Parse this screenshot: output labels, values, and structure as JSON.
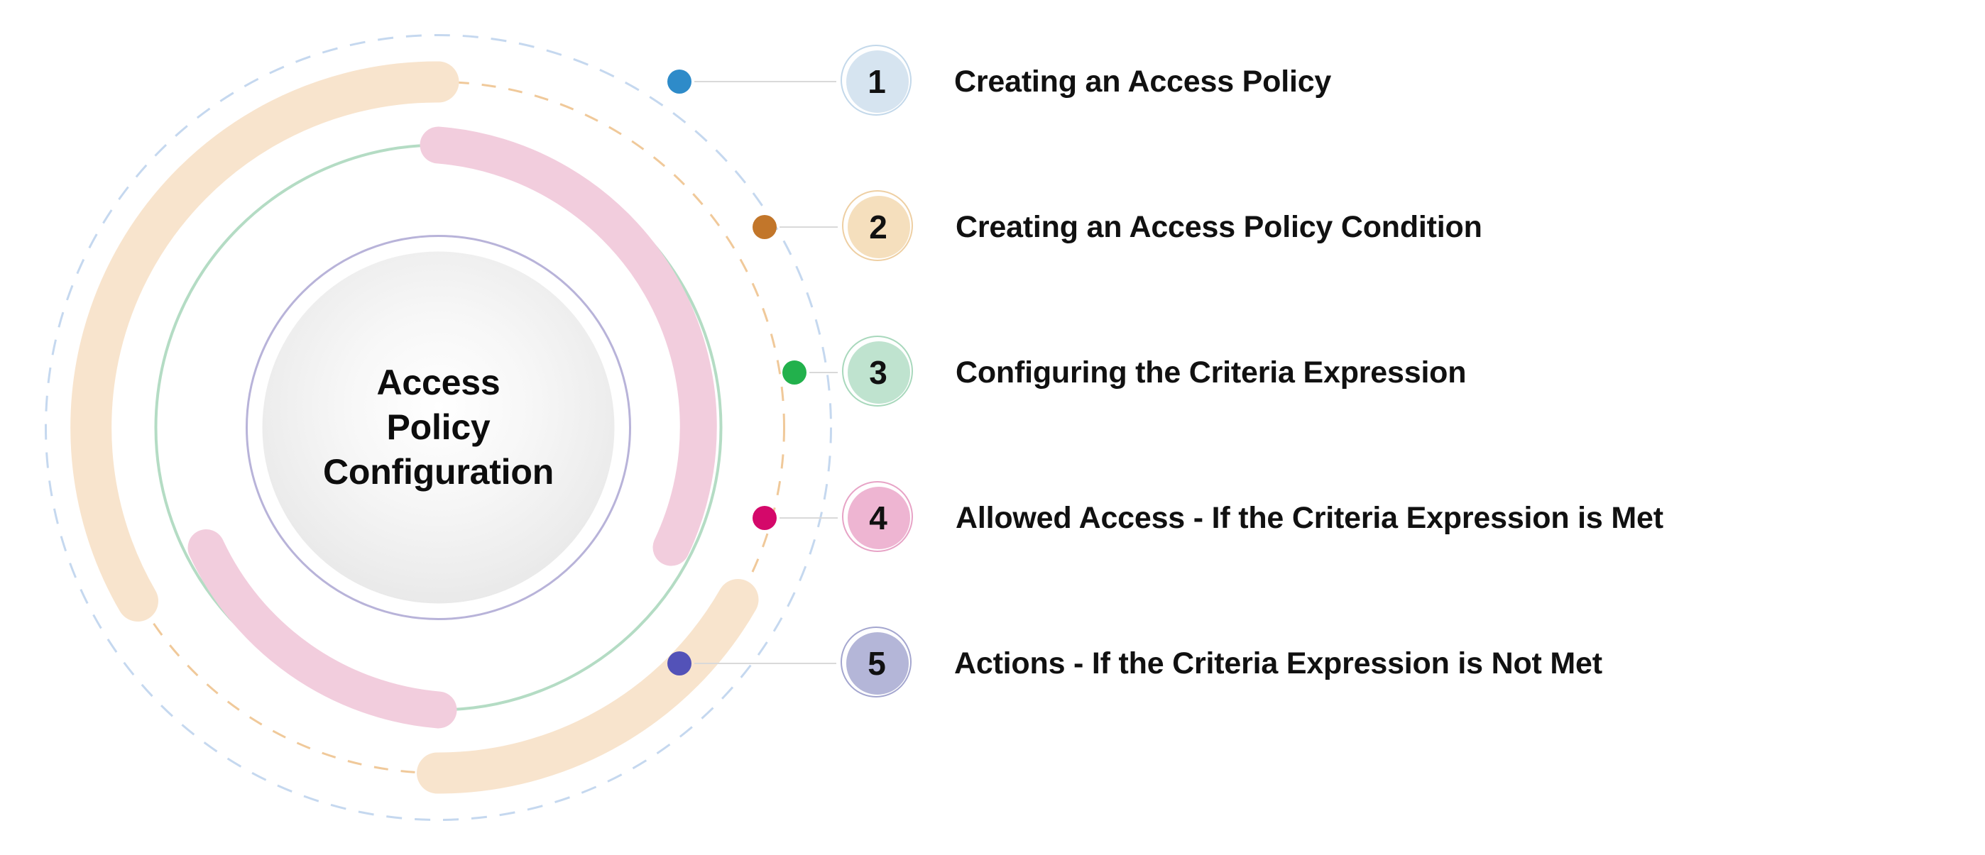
{
  "center": {
    "lines": [
      "Access",
      "Policy",
      "Configuration"
    ],
    "title": "Access Policy Configuration"
  },
  "rings": {
    "outer_dashed_color": "#c5d8ef",
    "track_dashed_color": "#f0c99a",
    "peach_arc_color": "#f8e4cd",
    "mint_ring_color": "#b4dcc4",
    "pink_arc_color": "#f2cddd",
    "lavender_ring_color": "#b8b3d9",
    "center_disc_color": "#ededed",
    "connector_line_color": "#d9d9d9"
  },
  "steps": [
    {
      "number": "1",
      "label": "Creating an Access Policy",
      "dot_color": "#2e8bc9",
      "badge_fill": "#d6e4f0",
      "badge_ring": "#c3d8ea"
    },
    {
      "number": "2",
      "label": "Creating an Access Policy Condition",
      "dot_color": "#c2762a",
      "badge_fill": "#f5dfbd",
      "badge_ring": "#eecfa3"
    },
    {
      "number": "3",
      "label": "Configuring the Criteria Expression",
      "dot_color": "#22b14c",
      "badge_fill": "#bfe3cf",
      "badge_ring": "#a8d8bc"
    },
    {
      "number": "4",
      "label": "Allowed Access - If the Criteria Expression is Met",
      "dot_color": "#d4086a",
      "badge_fill": "#eeb5d2",
      "badge_ring": "#e7a3c6"
    },
    {
      "number": "5",
      "label": "Actions - If the Criteria Expression is Not Met",
      "dot_color": "#5352b8",
      "badge_fill": "#b4b6d8",
      "badge_ring": "#a4a6cf"
    }
  ],
  "layout": {
    "row_tops": [
      55,
      260,
      465,
      670,
      875
    ],
    "line_widths": [
      200,
      82,
      40,
      82,
      200
    ],
    "dot_lefts": [
      0,
      120,
      162,
      120,
      0
    ]
  }
}
